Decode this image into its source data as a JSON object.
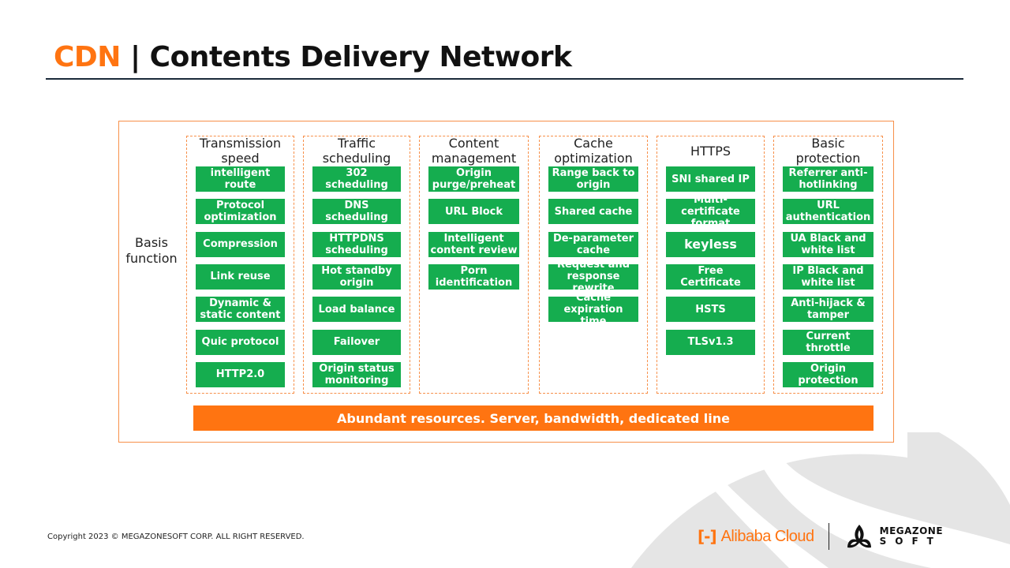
{
  "slide": {
    "title_accent": "CDN",
    "title_separator": " | ",
    "title_main": "Contents Delivery Network",
    "colors": {
      "accent_orange": "#FF7411",
      "feature_green": "#15AD4F",
      "border_orange": "#F7904A",
      "rule_navy": "#1B2A3A"
    }
  },
  "diagram": {
    "row_label": "Basis function",
    "row_label_lines": [
      "Basis",
      "function"
    ],
    "columns": [
      {
        "title_lines": [
          "Transmission",
          "speed"
        ],
        "items": [
          "intelligent route",
          "Protocol optimization",
          "Compression",
          "Link reuse",
          "Dynamic & static content",
          "Quic protocol",
          "HTTP2.0"
        ]
      },
      {
        "title_lines": [
          "Traffic",
          "scheduling"
        ],
        "items": [
          "302 scheduling",
          "DNS  scheduling",
          "HTTPDNS scheduling",
          "Hot standby origin",
          "Load balance",
          "Failover",
          "Origin status monitoring"
        ]
      },
      {
        "title_lines": [
          "Content",
          "management"
        ],
        "items": [
          "Origin purge/preheat",
          "URL Block",
          "Intelligent content review",
          "Porn identification"
        ]
      },
      {
        "title_lines": [
          "Cache",
          "optimization"
        ],
        "items": [
          "Range back to origin",
          "Shared cache",
          "De-parameter cache",
          "Request and response rewrite",
          "Cache expiration time"
        ]
      },
      {
        "title_lines": [
          "HTTPS"
        ],
        "items": [
          "SNI shared IP",
          "Multi-certificate format",
          "keyless",
          "Free Certificate",
          "HSTS",
          "TLSv1.3"
        ]
      },
      {
        "title_lines": [
          "Basic",
          "protection"
        ],
        "items": [
          "Referrer anti-hotlinking",
          "URL authentication",
          "UA Black and white list",
          "IP Black and white list",
          "Anti-hijack & tamper",
          "Current throttle",
          "Origin protection"
        ]
      }
    ],
    "foundation": "Abundant resources. Server, bandwidth, dedicated line"
  },
  "footer": {
    "copyright": "Copyright 2023 © MEGAZONESOFT  CORP. ALL RIGHT RESERVED.",
    "logo_alibaba_icon": "[-]",
    "logo_alibaba_text": "Alibaba Cloud",
    "logo_megazone_line1": "MEGAZONE",
    "logo_megazone_line2": "SOFT"
  }
}
